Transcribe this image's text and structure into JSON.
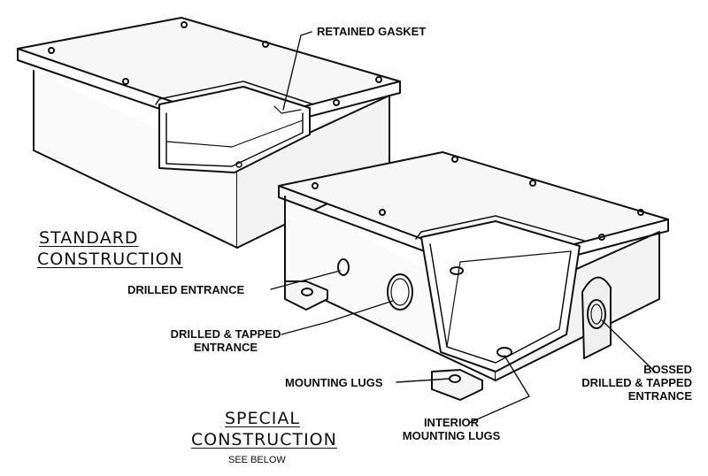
{
  "labels": {
    "retained_gasket": "RETAINED GASKET",
    "drilled_entrance": "DRILLED ENTRANCE",
    "drilled_tapped_line1": "DRILLED & TAPPED",
    "drilled_tapped_line2": "ENTRANCE",
    "mounting_lugs": "MOUNTING LUGS",
    "interior_lugs_line1": "INTERIOR",
    "interior_lugs_line2": "MOUNTING LUGS",
    "bossed_line1": "BOSSED",
    "bossed_line2": "DRILLED & TAPPED",
    "bossed_line3": "ENTRANCE"
  },
  "captions": {
    "standard_line1": "STANDARD",
    "standard_line2": "CONSTRUCTION",
    "special_line1": "SPECIAL",
    "special_line2": "CONSTRUCTION",
    "see_below": "SEE BELOW"
  }
}
